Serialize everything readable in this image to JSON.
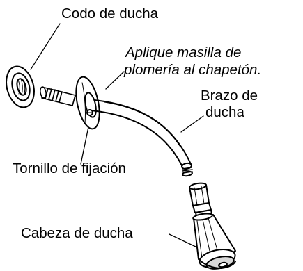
{
  "labels": {
    "codo": "Codo de ducha",
    "masilla_1": "Aplique masilla de",
    "masilla_2": "plomería al chapetón.",
    "brazo_1": "Brazo de",
    "brazo_2": "ducha",
    "tornillo": "Tornillo de fijación",
    "cabeza": "Cabeza de ducha"
  },
  "colors": {
    "ink": "#000000",
    "paper": "#ffffff",
    "shade": "#d9d9d9"
  }
}
